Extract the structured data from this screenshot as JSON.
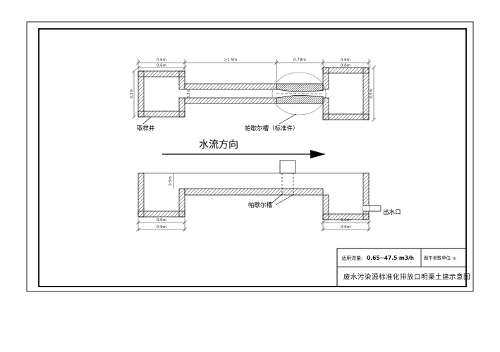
{
  "drawing": {
    "labels": {
      "sampling_well": "取样井",
      "parshall_flume_standard": "帕歇尔槽（标准件）",
      "flow_direction": "水流方向",
      "parshall_flume": "帕歇尔槽",
      "outlet": "出水口"
    },
    "plan_dims": {
      "left_width": "0.6m",
      "left_inner_width": "0.6m",
      "channel_length": ">1.5m",
      "flume_length": "0.78m",
      "right_width": "0.6m",
      "right_inner_width": "0.6m",
      "left_depth": "0.5m",
      "channel_width": "0.3m",
      "right_depth": "0.5m"
    },
    "section_dims": {
      "left_width": "0.6m",
      "left_width_outer": "0.9m",
      "right_width": "0.6m",
      "right_width_outer": "0.6m",
      "depth": "0.5m"
    },
    "title_block": {
      "flow_label": "适用流量:",
      "flow_value": "0.65~47.5 m3/h",
      "unit_text": "图中参数单位: m",
      "drawing_title": "废水污染源标准化排放口明渠土建示意图"
    }
  }
}
